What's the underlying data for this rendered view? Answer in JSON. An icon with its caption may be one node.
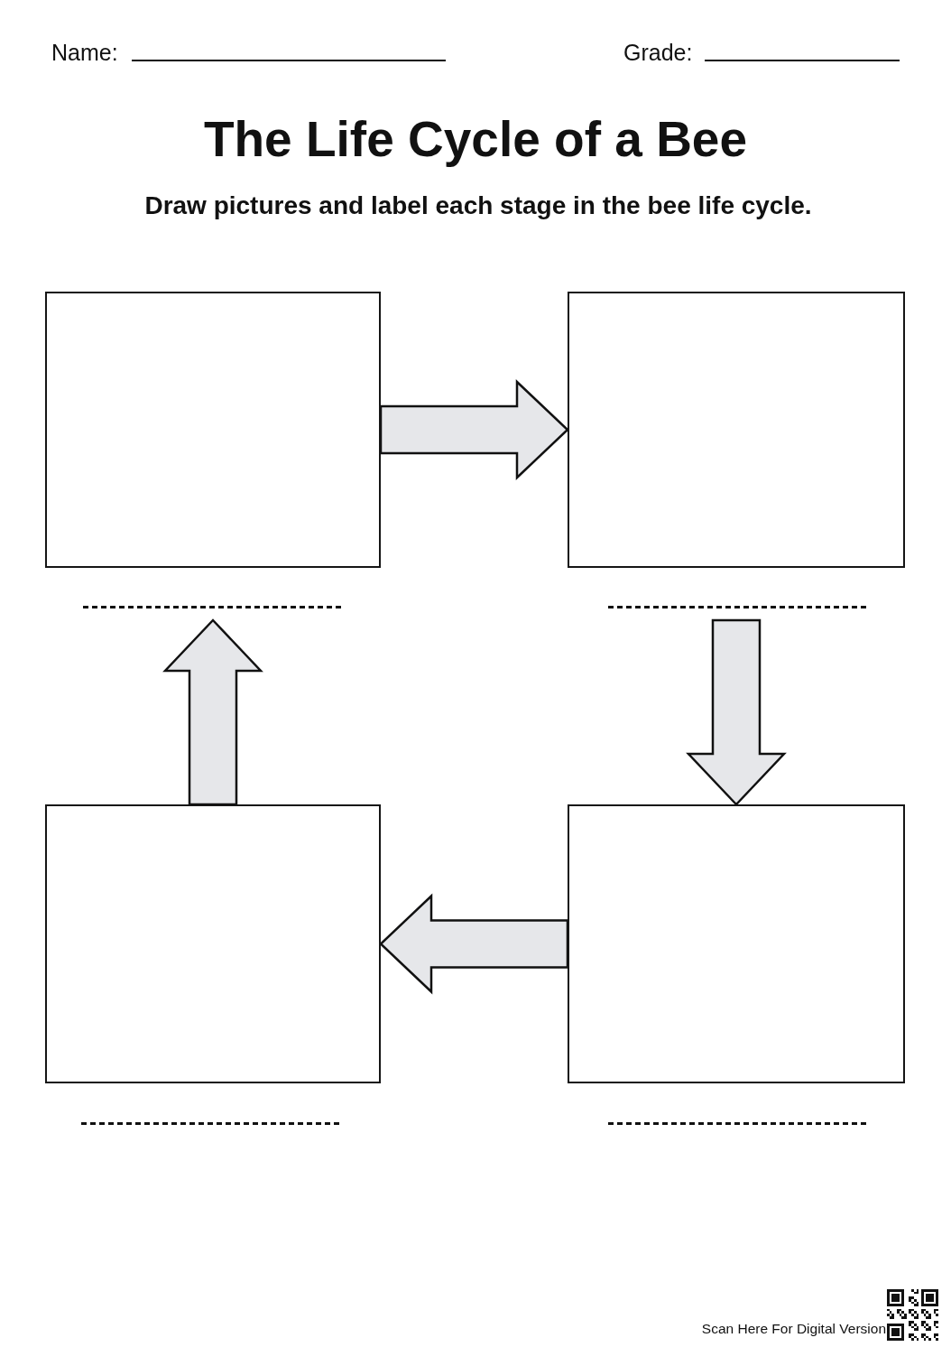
{
  "diagram": {
    "title": "The Life Cycle of a Bee",
    "nodes": [
      {
        "text": [],
        "shape": "box"
      },
      {
        "text": [],
        "shape": "box"
      },
      {
        "text": [],
        "shape": "box"
      },
      {
        "text": [],
        "shape": "box"
      }
    ],
    "edges": [
      {
        "from": 0,
        "to": 1,
        "arrow": "to"
      },
      {
        "from": 1,
        "to": 3,
        "arrow": "to"
      },
      {
        "from": 3,
        "to": 2,
        "arrow": "to"
      },
      {
        "from": 2,
        "to": 0,
        "arrow": "to"
      }
    ],
    "labels": [
      "Name:",
      "Grade:",
      "Draw pictures and label each stage in the bee life cycle.",
      "Scan Here For Digital Version"
    ]
  }
}
